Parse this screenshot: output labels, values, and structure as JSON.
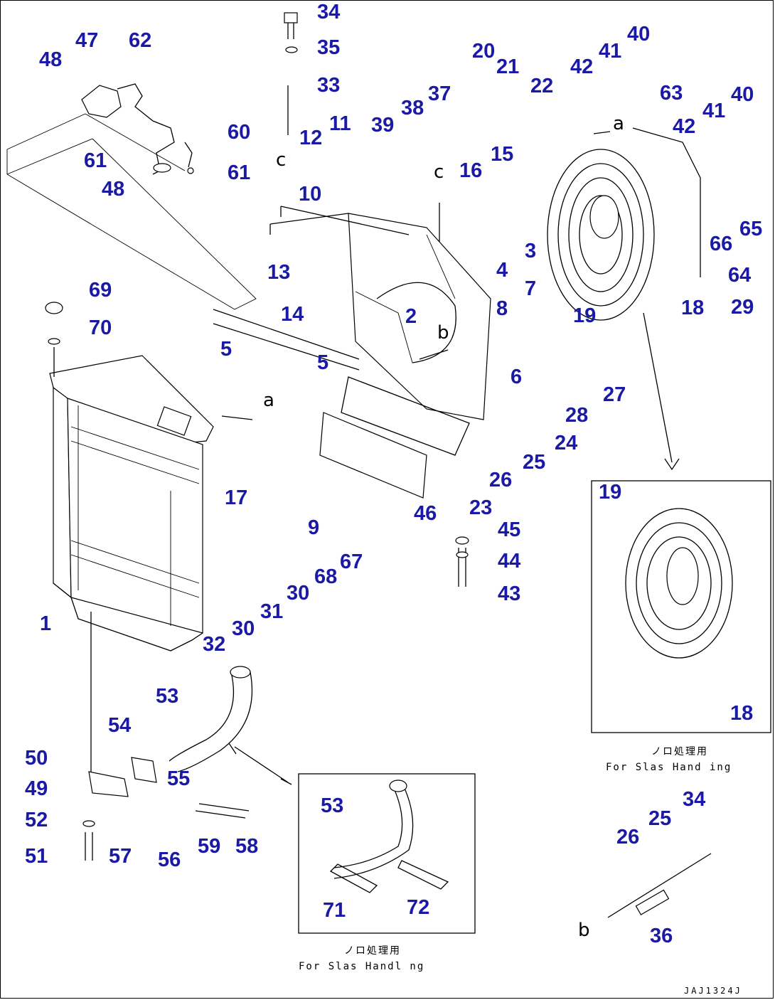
{
  "part_numbers": {
    "n1": "1",
    "n2": "2",
    "n3": "3",
    "n4": "4",
    "n5a": "5",
    "n5b": "5",
    "n6": "6",
    "n7": "7",
    "n8": "8",
    "n9": "9",
    "n10": "10",
    "n11": "11",
    "n12": "12",
    "n13": "13",
    "n14": "14",
    "n15": "15",
    "n16": "16",
    "n17": "17",
    "n18a": "18",
    "n18b": "18",
    "n19a": "19",
    "n19b": "19",
    "n20": "20",
    "n21": "21",
    "n22": "22",
    "n23": "23",
    "n24": "24",
    "n25a": "25",
    "n25b": "25",
    "n26a": "26",
    "n26b": "26",
    "n27": "27",
    "n28": "28",
    "n29": "29",
    "n30a": "30",
    "n30b": "30",
    "n31": "31",
    "n32": "32",
    "n33": "33",
    "n34a": "34",
    "n34b": "34",
    "n35": "35",
    "n36": "36",
    "n37": "37",
    "n38": "38",
    "n39": "39",
    "n40a": "40",
    "n40b": "40",
    "n41a": "41",
    "n41b": "41",
    "n42a": "42",
    "n42b": "42",
    "n43": "43",
    "n44": "44",
    "n45": "45",
    "n46": "46",
    "n47": "47",
    "n48a": "48",
    "n48b": "48",
    "n49": "49",
    "n50": "50",
    "n51": "51",
    "n52": "52",
    "n53a": "53",
    "n53b": "53",
    "n54": "54",
    "n55": "55",
    "n56": "56",
    "n57": "57",
    "n58": "58",
    "n59": "59",
    "n60": "60",
    "n61a": "61",
    "n61b": "61",
    "n62": "62",
    "n63": "63",
    "n64": "64",
    "n65": "65",
    "n66": "66",
    "n67": "67",
    "n68": "68",
    "n69": "69",
    "n70": "70",
    "n71": "71",
    "n72": "72"
  },
  "reference_letters": {
    "a1": "a",
    "a2": "a",
    "b1": "b",
    "b2": "b",
    "c1": "c",
    "c2": "c"
  },
  "insets": {
    "guard_caption_jp": "ノロ処理用",
    "guard_caption_en": "For Slas Hand ing",
    "pipe_caption_jp": "ノロ処理用",
    "pipe_caption_en": "For Slas Handl ng"
  },
  "drawing_code": "JAJ1324J",
  "colors": {
    "label": "#1a1aa6",
    "line": "#000000",
    "background": "#ffffff"
  }
}
